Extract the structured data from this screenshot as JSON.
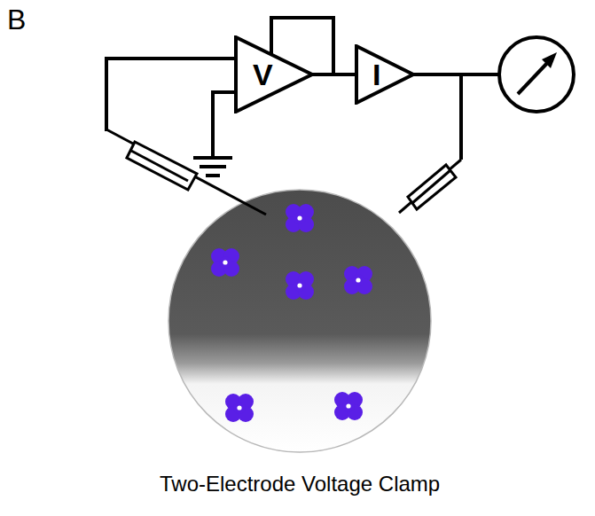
{
  "diagram": {
    "caption": "Two-Electrode Voltage Clamp",
    "nodes": [
      {
        "text": [
          "V"
        ]
      },
      {
        "text": [
          "I"
        ]
      }
    ],
    "edges": [
      {
        "from": 0,
        "to": 1,
        "arrow": "none"
      }
    ],
    "labels": [
      "B"
    ]
  }
}
